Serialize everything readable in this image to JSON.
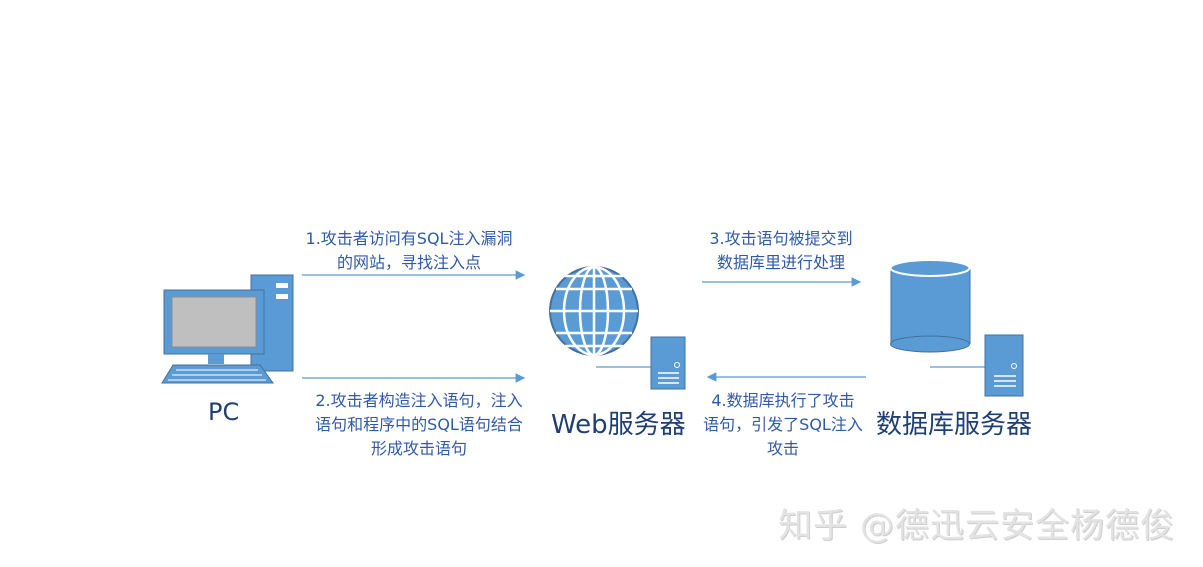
{
  "nodes": {
    "pc": "PC",
    "web_server": "Web服务器",
    "db_server": "数据库服务器"
  },
  "steps": {
    "step1": [
      "1.攻击者访问有SQL注入漏洞",
      "的网站，寻找注入点"
    ],
    "step2": [
      "2.攻击者构造注入语句，注入",
      "语句和程序中的SQL语句结合",
      "形成攻击语句"
    ],
    "step3": [
      "3.攻击语句被提交到",
      "数据库里进行处理"
    ],
    "step4": [
      "4.数据库执行了攻击",
      "语句，引发了SQL注入",
      "攻击"
    ]
  },
  "watermark": "知乎 @德迅云安全杨德俊",
  "colors": {
    "accent": "#5b9bd5",
    "dark_accent": "#41719c",
    "text": "#2f5aa8",
    "arrow": "#5b9bd5"
  },
  "icons": [
    "computer-icon",
    "globe-icon",
    "server-icon",
    "database-icon"
  ]
}
